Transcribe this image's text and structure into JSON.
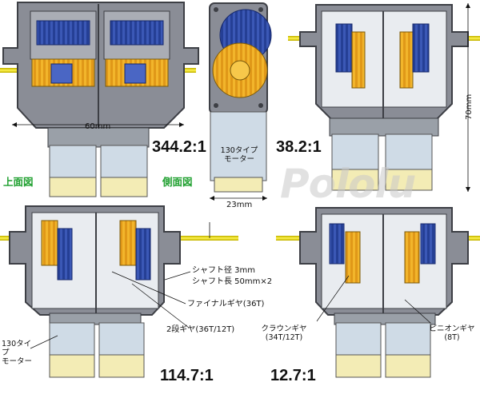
{
  "watermark": "Pololu",
  "ratios": [
    "344.2:1",
    "38.2:1",
    "114.7:1",
    "12.7:1"
  ],
  "views": {
    "top": "上面図",
    "side": "側面図"
  },
  "dimensions": {
    "width_label": "60mm",
    "depth_label": "23mm",
    "height_label": "70mm"
  },
  "notes": {
    "motor_line1": "130タイプ",
    "motor_line2": "モーター",
    "shaft_diameter": "シャフト径 3mm",
    "shaft_length": "シャフト長 50mm×2",
    "final_gear": "ファイナルギヤ(36T)",
    "two_stage_gear": "2段ギヤ(36T/12T)",
    "crown_gear": "クラウンギヤ",
    "crown_gear_teeth": "(34T/12T)",
    "pinion_gear": "ピニオンギヤ",
    "pinion_gear_teeth": "(8T)"
  },
  "colors": {
    "gear_blue": "#3b58b6",
    "gear_yellow": "#f2b52b",
    "housing_gray": "#8a8d96",
    "motor_blue": "#cfdbe6",
    "shaft_yellow": "#f4e842",
    "label_green": "#20a030"
  }
}
